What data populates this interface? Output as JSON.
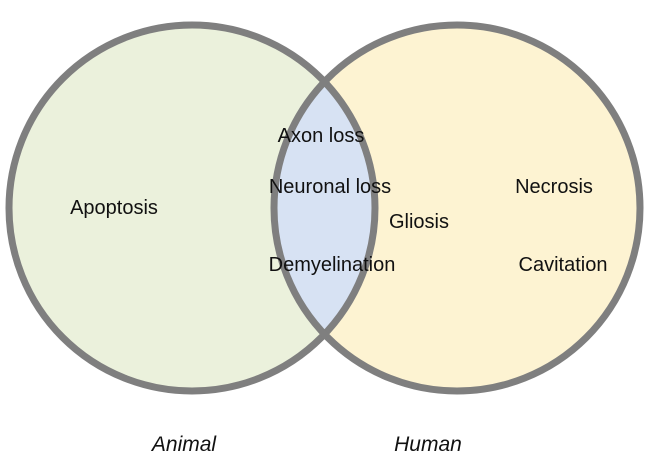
{
  "sets": {
    "left": {
      "label": "Animal",
      "fill_color": "#ebf1dc",
      "items": [
        "Apoptosis"
      ]
    },
    "right": {
      "label": "Human",
      "fill_color": "#fdf3d2",
      "items": [
        "Necrosis",
        "Cavitation"
      ]
    },
    "overlap": {
      "fill_color": "#d7e2f3",
      "items": [
        "Axon loss",
        "Neuronal loss",
        "Gliosis",
        "Demyelination"
      ]
    }
  },
  "outline_color": "#7f7f7f"
}
